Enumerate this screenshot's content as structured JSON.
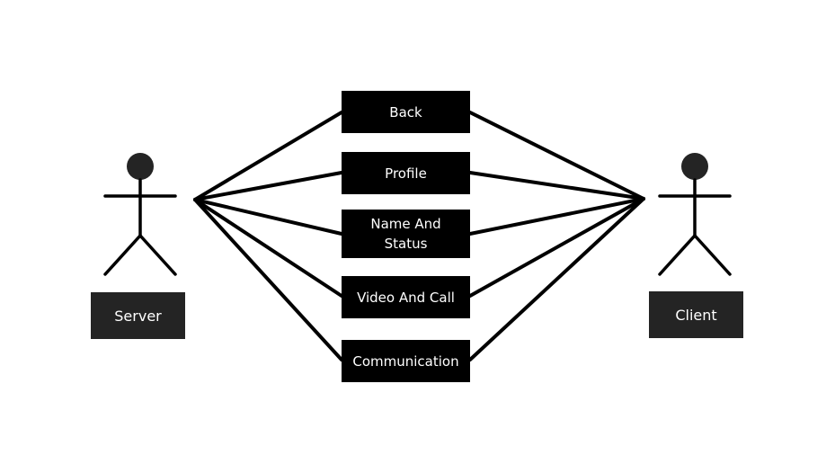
{
  "actors": {
    "server": {
      "label": "Server"
    },
    "client": {
      "label": "Client"
    }
  },
  "use_cases": [
    {
      "id": "back",
      "label": "Back"
    },
    {
      "id": "profile",
      "label": "Profile"
    },
    {
      "id": "name-and-status",
      "label": "Name And Status"
    },
    {
      "id": "video-and-call",
      "label": "Video And Call"
    },
    {
      "id": "communication",
      "label": "Communication"
    }
  ],
  "colors": {
    "line": "#000000",
    "box": "#000000",
    "label_box": "#242424",
    "text": "#ffffff"
  }
}
